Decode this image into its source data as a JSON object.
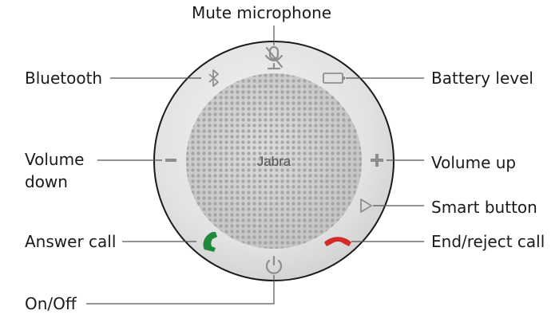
{
  "brand": "Jabra",
  "labels": {
    "mute_microphone": "Mute microphone",
    "bluetooth": "Bluetooth",
    "battery_level": "Battery level",
    "volume_down_line1": "Volume",
    "volume_down_line2": "down",
    "volume_up": "Volume up",
    "smart_button": "Smart button",
    "answer_call": "Answer call",
    "end_reject_call": "End/reject call",
    "on_off": "On/Off"
  },
  "colors": {
    "answer_call": "#1e8a3c",
    "end_call": "#d42a2a",
    "device_rim": "#1a1a1a",
    "device_face": "#e6e6e6",
    "grille": "#cfcfcf",
    "button_icon": "#9a9a9a"
  },
  "icons": {
    "mute": "microphone-muted-icon",
    "bluetooth": "bluetooth-icon",
    "battery": "battery-icon",
    "volume_down": "minus-icon",
    "volume_up": "plus-icon",
    "smart": "triangle-play-icon",
    "answer": "phone-answer-icon",
    "end": "phone-hangup-icon",
    "power": "power-icon"
  }
}
